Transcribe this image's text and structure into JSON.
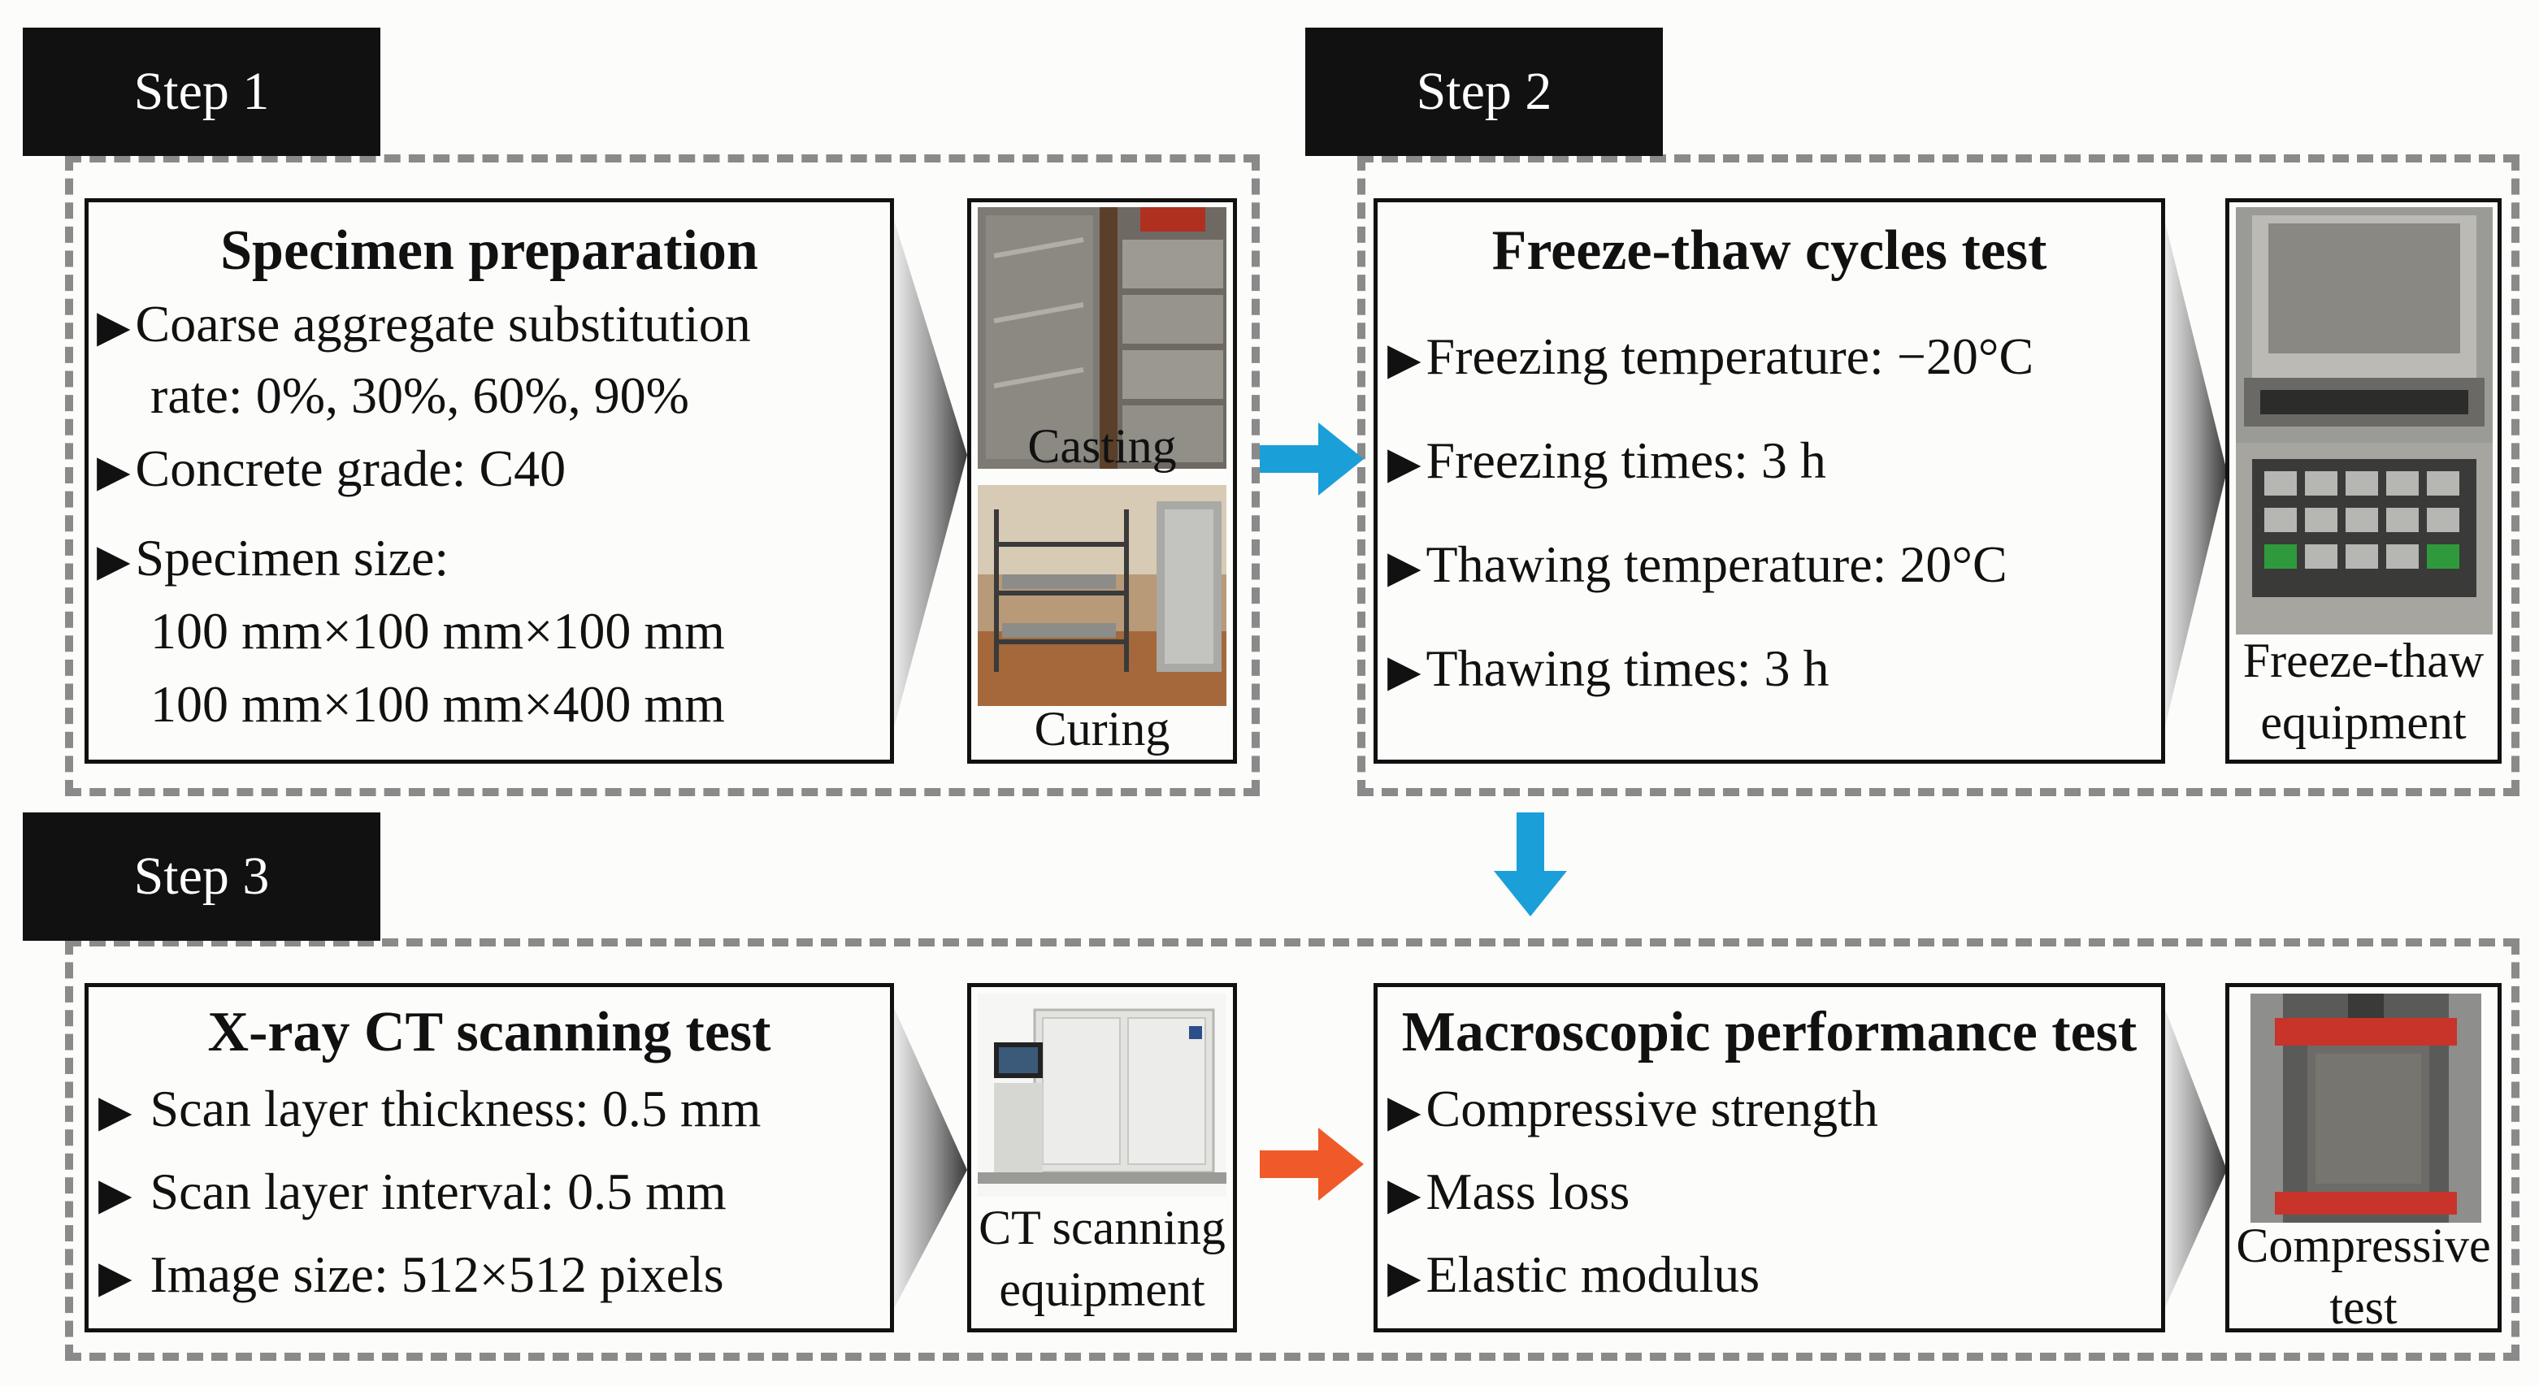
{
  "steps": {
    "step1": "Step 1",
    "step2": "Step 2",
    "step3": "Step 3"
  },
  "specimen": {
    "title": "Specimen preparation",
    "bullet1_line1": "Coarse aggregate substitution",
    "bullet1_line2": "rate: 0%, 30%, 60%, 90%",
    "bullet2": "Concrete grade: C40",
    "bullet3_line1": "Specimen size:",
    "bullet3_line2": "100 mm×100 mm×100 mm",
    "bullet3_line3": "100 mm×100 mm×400 mm",
    "photo_caption_top": "Casting",
    "photo_caption_bottom": "Curing"
  },
  "freeze": {
    "title": "Freeze-thaw cycles test",
    "bullet1": "Freezing temperature: −20°C",
    "bullet2": "Freezing times: 3 h",
    "bullet3": "Thawing temperature: 20°C",
    "bullet4": "Thawing times: 3 h",
    "photo_caption_line1": "Freeze-thaw",
    "photo_caption_line2": "equipment"
  },
  "ct": {
    "title": "X-ray CT scanning test",
    "bullet1": "Scan layer thickness: 0.5 mm",
    "bullet2": "Scan layer interval: 0.5 mm",
    "bullet3": "Image size: 512×512 pixels",
    "photo_caption_line1": "CT scanning",
    "photo_caption_line2": "equipment"
  },
  "macro": {
    "title": "Macroscopic performance test",
    "bullet1": "Compressive strength",
    "bullet2": "Mass loss",
    "bullet3": "Elastic modulus",
    "photo_caption_line1": "Compressive",
    "photo_caption_line2": "test"
  },
  "colors": {
    "arrow_blue": "#1a9fd8",
    "arrow_orange": "#f05a28",
    "tab_bg": "#111111",
    "dash": "#8a8a8a"
  }
}
